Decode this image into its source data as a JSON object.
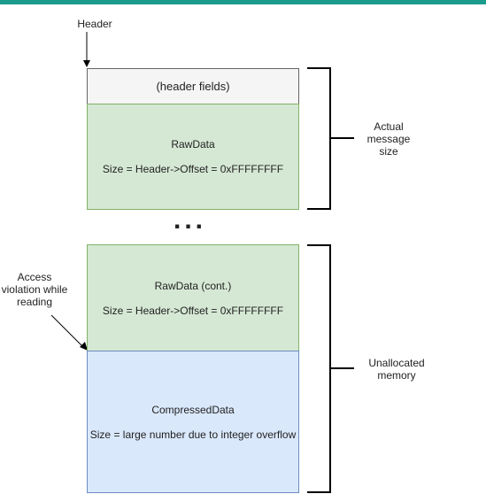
{
  "colors": {
    "top_bar": "#1a9b8c",
    "header_fill": "#f5f5f5",
    "rawdata_fill": "#d5e8d4",
    "rawdata_border": "#82b366",
    "compressed_fill": "#dae8fc",
    "compressed_border": "#6c8ebf",
    "line": "#000000"
  },
  "labels": {
    "header": "Header",
    "access_violation": "Access violation while reading",
    "actual_size": "Actual message size",
    "unallocated": "Unallocated memory"
  },
  "boxes": {
    "header_fields": "(header fields)",
    "rawdata": {
      "title": "RawData",
      "size": "Size = Header->Offset = 0xFFFFFFFF"
    },
    "rawdata_cont": {
      "title": "RawData (cont.)",
      "size": "Size = Header->Offset = 0xFFFFFFFF"
    },
    "compressed": {
      "title": "CompressedData",
      "size": "Size = large number due to integer overflow"
    }
  },
  "ellipsis": "..."
}
